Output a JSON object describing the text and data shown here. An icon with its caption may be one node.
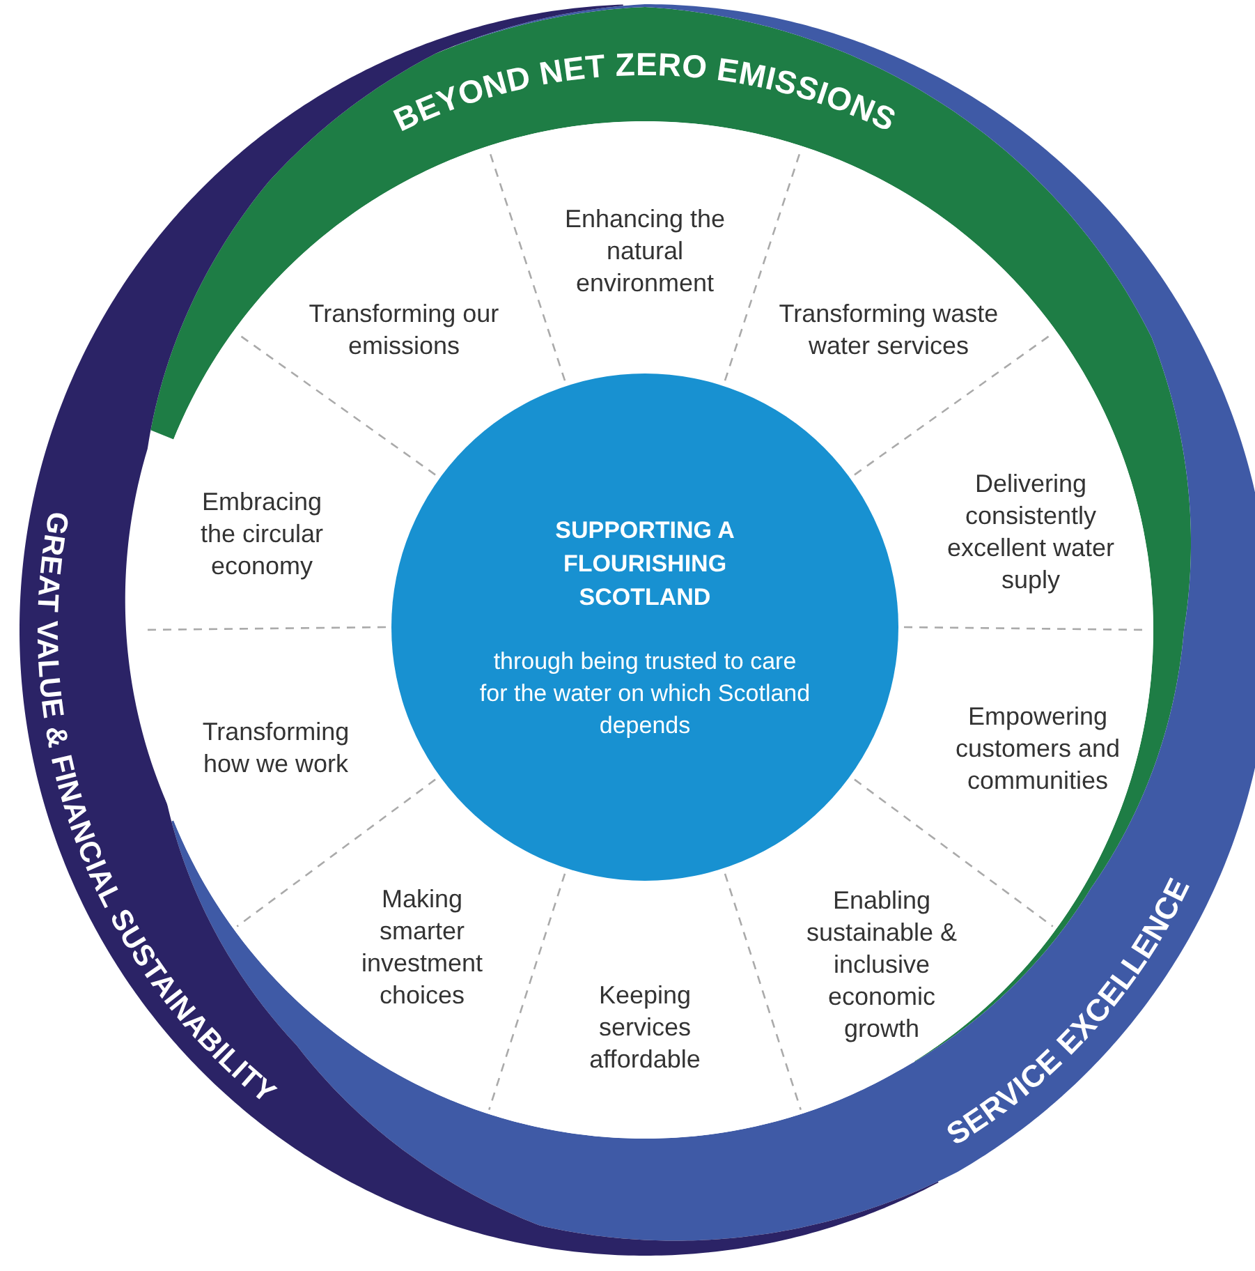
{
  "diagram": {
    "nodes": [
      {
        "text": [
          "BEYOND NET ZERO EMISSIONS"
        ]
      },
      {
        "text": [
          "GREAT VALUE & FINANCIAL SUSTAINABILITY"
        ]
      },
      {
        "text": [
          "SERVICE EXCELLENCE"
        ]
      },
      {
        "text": [
          "SUPPORTING A FLOURISHING SCOTLAND",
          "through being trusted to care for the water on which Scotland depends"
        ]
      },
      {
        "text": [
          "Enhancing the natural environment"
        ]
      },
      {
        "text": [
          "Transforming waste water services"
        ]
      },
      {
        "text": [
          "Delivering consistently excellent water suply"
        ]
      },
      {
        "text": [
          "Empowering customers and communities"
        ]
      },
      {
        "text": [
          "Enabling sustainable & inclusive economic growth"
        ]
      },
      {
        "text": [
          "Keeping services affordable"
        ]
      },
      {
        "text": [
          "Making smarter investment choices"
        ]
      },
      {
        "text": [
          "Transforming how we work"
        ]
      },
      {
        "text": [
          "Embracing the circular economy"
        ]
      },
      {
        "text": [
          "Transforming our emissions"
        ]
      }
    ]
  }
}
